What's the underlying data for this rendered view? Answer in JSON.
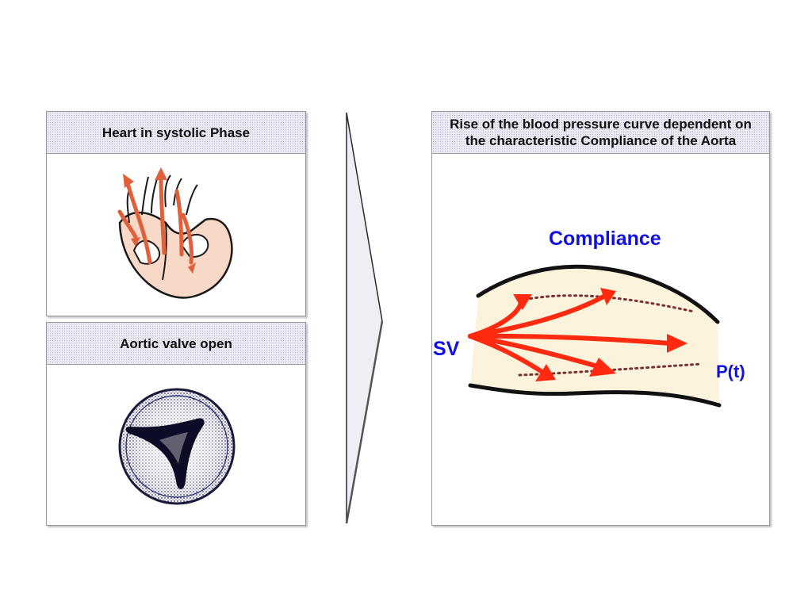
{
  "panels": {
    "heart": {
      "title": "Heart in systolic Phase"
    },
    "valve": {
      "title": "Aortic valve open"
    },
    "aorta": {
      "title_line1": "Rise of the blood pressure curve dependent on",
      "title_line2": "the characteristic Compliance of the Aorta"
    }
  },
  "labels": {
    "compliance": "Compliance",
    "sv": "SV",
    "pt": "P(t)"
  },
  "colors": {
    "label_blue": "#1010e6",
    "arrow_red": "#ff2a10",
    "heart_arrow": "#e0603a",
    "heart_fill": "#f8d8c6",
    "vessel_fill": "#fbf3dc",
    "valve_dots": "#23236b",
    "header_fill": "#e9e9f3"
  }
}
